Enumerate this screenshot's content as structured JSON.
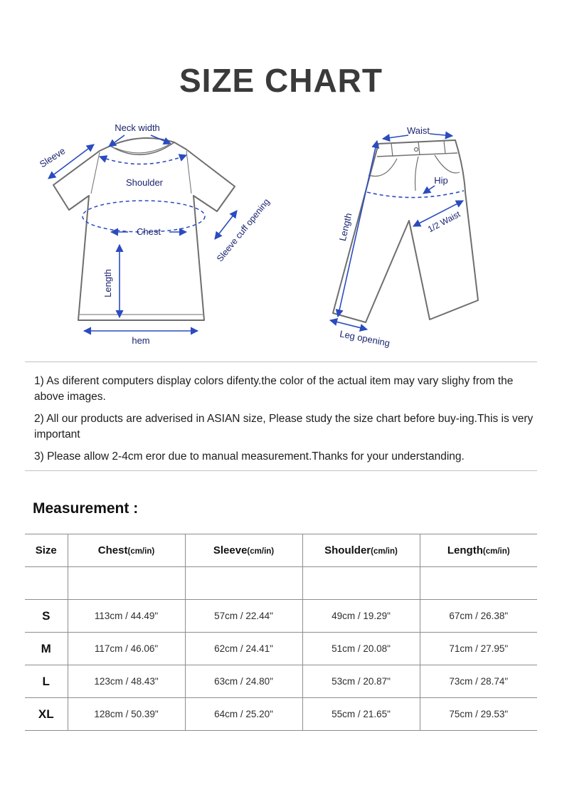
{
  "title": "SIZE CHART",
  "diagrams": {
    "shirt": {
      "neck_width_label": "Neck width",
      "sleeve_label": "Sleeve",
      "shoulder_label": "Shoulder",
      "chest_label": "Chest",
      "length_label": "Length",
      "hem_label": "hem",
      "sleeve_cuff_label": "Sleeve cuff opening"
    },
    "pants": {
      "waist_label": "Waist",
      "hip_label": "Hip",
      "half_waist_label": "1/2 Waist",
      "length_label": "Length",
      "leg_opening_label": "Leg opening"
    }
  },
  "notes": [
    "1) As diferent computers display colors difenty.the color of the actual item may vary slighy from the above images.",
    "2) All our products are adverised in ASIAN size,  Please study the size chart before buy-ing.This is very important",
    "3) Please allow 2-4cm eror due to manual measurement.Thanks for your understanding."
  ],
  "measurement_heading": "Measurement :",
  "size_table": {
    "headers": [
      {
        "label": "Size",
        "unit": ""
      },
      {
        "label": "Chest",
        "unit": "(cm/in)"
      },
      {
        "label": "Sleeve",
        "unit": "(cm/in)"
      },
      {
        "label": "Shoulder",
        "unit": "(cm/in)"
      },
      {
        "label": "Length",
        "unit": "(cm/in)"
      }
    ],
    "rows": [
      {
        "size": "S",
        "chest": "113cm / 44.49\"",
        "sleeve": "57cm / 22.44\"",
        "shoulder": "49cm / 19.29\"",
        "length": "67cm / 26.38\""
      },
      {
        "size": "M",
        "chest": "117cm / 46.06\"",
        "sleeve": "62cm / 24.41\"",
        "shoulder": "51cm / 20.08\"",
        "length": "71cm / 27.95\""
      },
      {
        "size": "L",
        "chest": "123cm / 48.43\"",
        "sleeve": "63cm / 24.80\"",
        "shoulder": "53cm / 20.87\"",
        "length": "73cm / 28.74\""
      },
      {
        "size": "XL",
        "chest": "128cm / 50.39\"",
        "sleeve": "64cm / 25.20\"",
        "shoulder": "55cm / 21.65\"",
        "length": "75cm / 29.53\""
      }
    ]
  },
  "colors": {
    "annotation_blue": "#2b4bbf",
    "label_navy": "#1a2470",
    "outline_gray": "#6e6e6e",
    "table_border": "#8d8d8d"
  }
}
